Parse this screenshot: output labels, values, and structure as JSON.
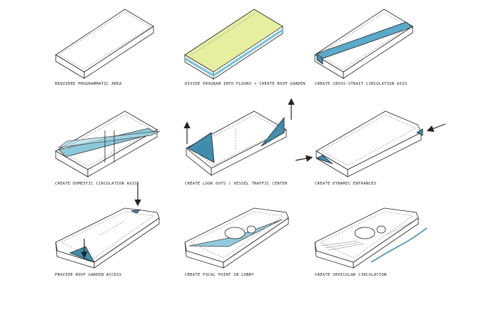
{
  "colors": {
    "line": "#222222",
    "hidden_line": "#8a8a8a",
    "roof_garden": "#e6eea0",
    "circulation": "#7fc3d8",
    "circulation_dark": "#3f8cad",
    "background": "#ffffff"
  },
  "steps": [
    {
      "caption": "REQUIRED PROGRAMMATIC AREA"
    },
    {
      "caption": "DIVIDE PROGRAM INTO FLOORS + CREATE ROOF GARDEN"
    },
    {
      "caption": "CREATE CROSS-STRAIT CIRCULATION AXIS"
    },
    {
      "caption": "CREATE DOMESTIC CIRCULATION AXIS"
    },
    {
      "caption": "CREATE LOOK OUTS / VESSEL TRAFFIC CENTER"
    },
    {
      "caption": "CREATE DYNAMIC ENTRANCES"
    },
    {
      "caption": "PROVIDE ROOF GARDEN ACCESS"
    },
    {
      "caption": "CREATE FOCAL POINT IN LOBBY"
    },
    {
      "caption": "CREATE VEHICULAR CIRCULATION"
    }
  ]
}
